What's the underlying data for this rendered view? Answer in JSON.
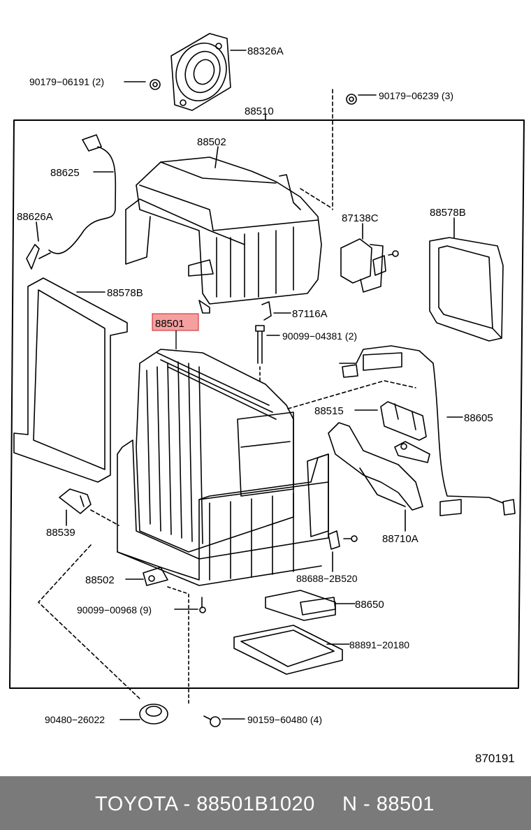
{
  "diagram_code": "870191",
  "labels": {
    "l_88326a": "88326A",
    "l_90179_06191": "90179−06191 (2)",
    "l_90179_06239": "90179−06239 (3)",
    "l_88510": "88510",
    "l_88502_top": "88502",
    "l_88625": "88625",
    "l_88626a": "88626A",
    "l_87138c": "87138C",
    "l_88578b_right": "88578B",
    "l_88578b_left": "88578B",
    "l_87116a": "87116A",
    "l_88501": "88501",
    "l_90099_04381": "90099−04381 (2)",
    "l_88515": "88515",
    "l_88605": "88605",
    "l_88539": "88539",
    "l_88710a": "88710A",
    "l_88502_bottom": "88502",
    "l_88688_2b520": "88688−2B520",
    "l_90099_00968": "90099−00968 (9)",
    "l_88650": "88650",
    "l_88891_20180": "88891−20180",
    "l_90480_26022": "90480−26022",
    "l_90159_60480": "90159−60480 (4)"
  },
  "highlight_color": "#f4a0a0",
  "footer": {
    "part_number": "TOYOTA - 88501B1020",
    "reference": "N - 88501"
  }
}
